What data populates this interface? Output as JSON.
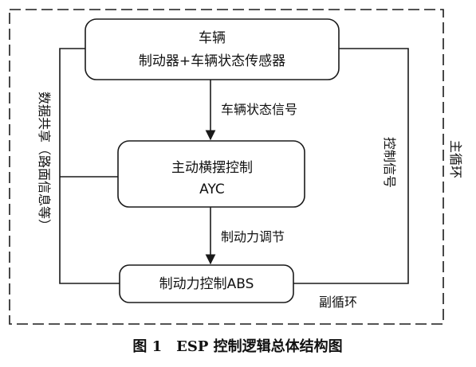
{
  "nodes": {
    "vehicle": {
      "line1": "车辆",
      "line2": "制动器+车辆状态传感器"
    },
    "ayc": {
      "line1": "主动横摆控制",
      "line2": "AYC"
    },
    "abs": {
      "label": "制动力控制ABS"
    }
  },
  "edge_labels": {
    "vehicle_state_signal": "车辆状态信号",
    "brake_force_adjust": "制动力调节",
    "data_sharing": "数据共享（路面信息等）",
    "control_signal": "控制信号"
  },
  "loops": {
    "main_loop": "主循环",
    "sub_loop": "副循环"
  },
  "caption": "图 1　ESP 控制逻辑总体结构图"
}
